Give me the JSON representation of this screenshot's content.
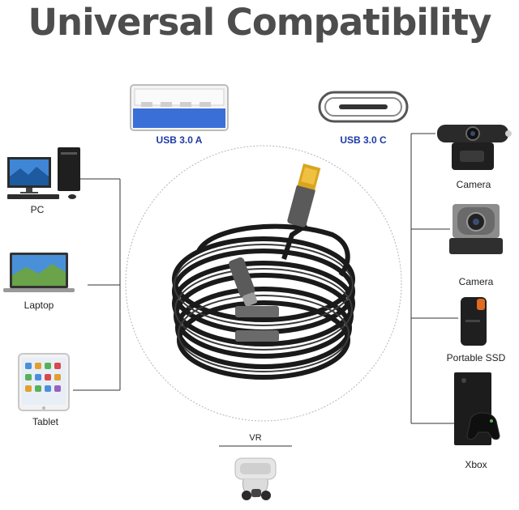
{
  "title": "Universal Compatibility",
  "connectors": {
    "usb_a_label": "USB 3.0 A",
    "usb_c_label": "USB 3.0 C"
  },
  "left_devices": [
    {
      "label": "PC",
      "icon": "desktop-pc-icon"
    },
    {
      "label": "Laptop",
      "icon": "laptop-icon"
    },
    {
      "label": "Tablet",
      "icon": "tablet-icon"
    }
  ],
  "right_devices": [
    {
      "label": "Camera",
      "icon": "webcam-icon"
    },
    {
      "label": "Camera",
      "icon": "ptz-camera-icon"
    },
    {
      "label": "Portable SSD",
      "icon": "portable-ssd-icon"
    },
    {
      "label": "Xbox",
      "icon": "xbox-console-icon"
    }
  ],
  "bottom_device": {
    "label": "VR",
    "icon": "vr-headset-icon"
  },
  "colors": {
    "title": "#4d4d4d",
    "usb_label": "#1f3aa8",
    "cable": "#1a1a1a",
    "usb_a_insert": "#3b6fd8"
  }
}
